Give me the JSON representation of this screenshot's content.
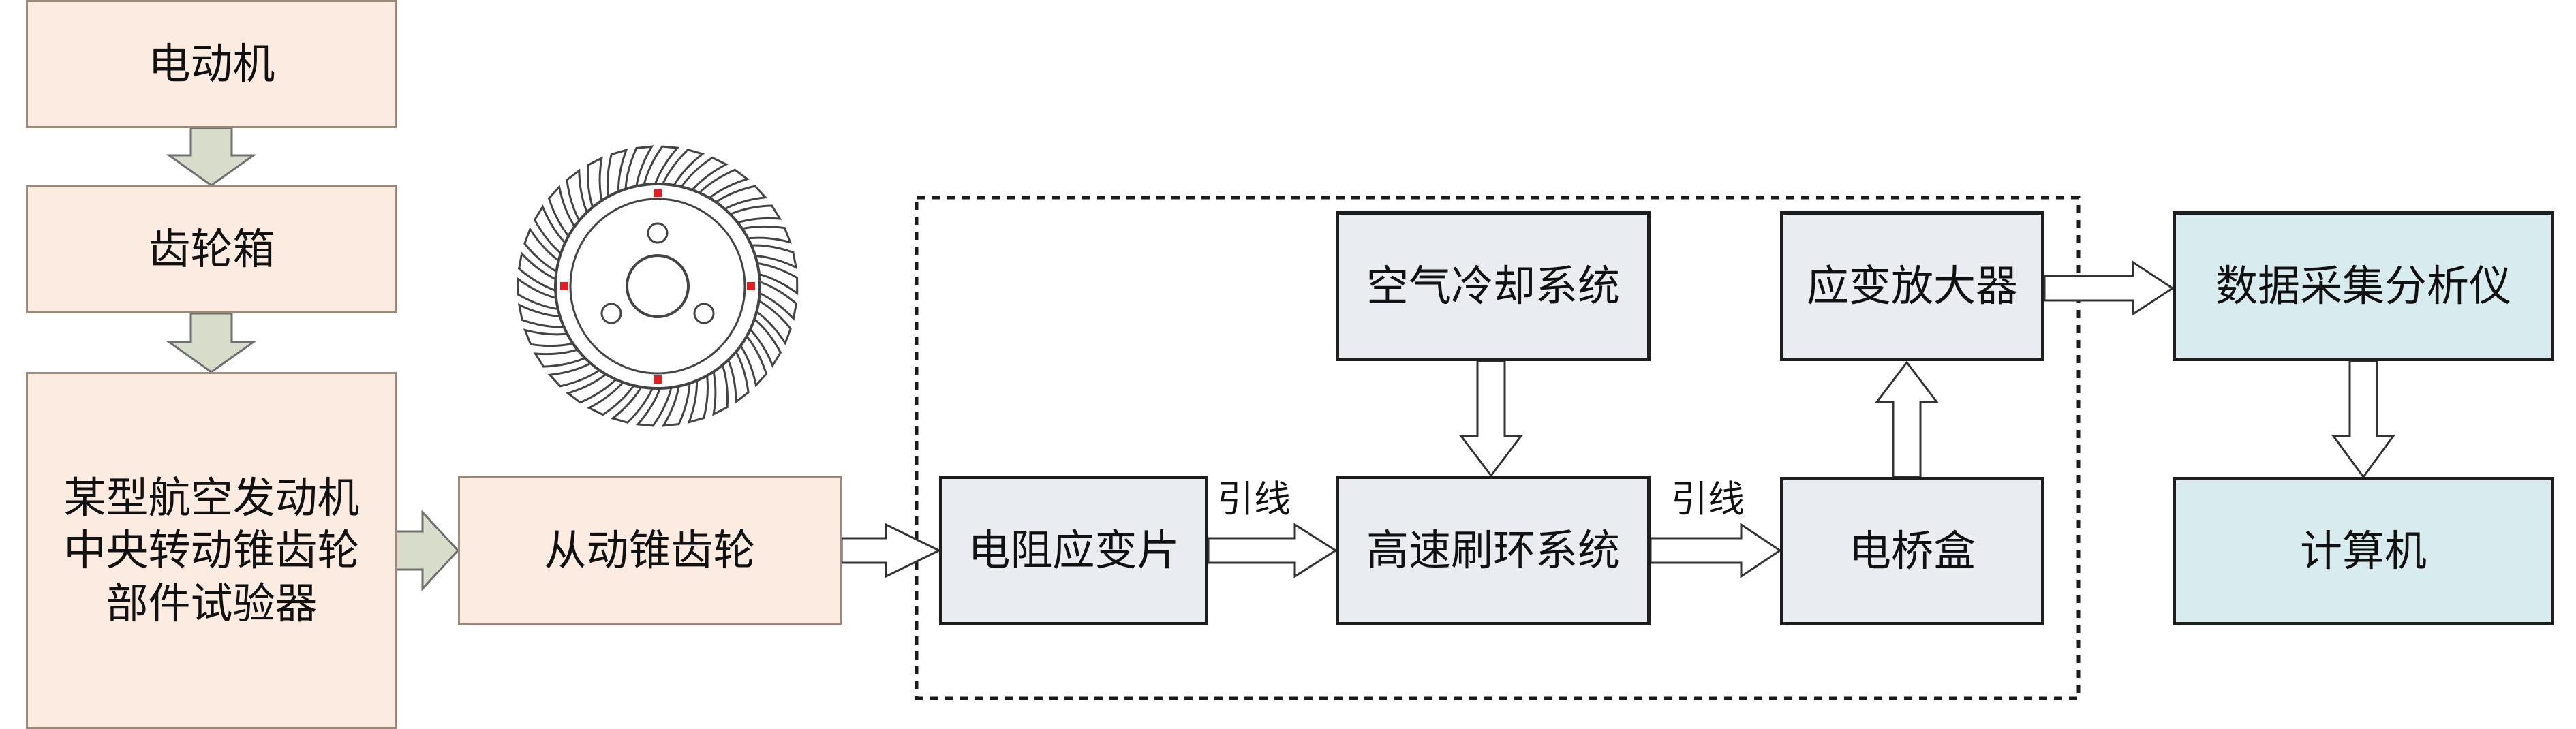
{
  "nodes": {
    "motor": "电动机",
    "gearbox": "齿轮箱",
    "tester": "某型航空发动机\n中央转动锥齿轮\n部件试验器",
    "driven_gear": "从动锥齿轮",
    "strain_gauge": "电阻应变片",
    "air_cooling": "空气冷却系统",
    "slip_ring": "高速刷环系统",
    "amplifier": "应变放大器",
    "bridge_box": "电桥盒",
    "daq": "数据采集分析仪",
    "computer": "计算机"
  },
  "edge_labels": {
    "lead_wire_1": "引线",
    "lead_wire_2": "引线"
  },
  "colors": {
    "peach_fill": "#fcebe0",
    "grey_fill": "#e9edf2",
    "teal_fill": "#d8ecef",
    "arrow_green": "#d8dccb",
    "gauge_red": "#e02020"
  },
  "icons": {
    "gear_image": "spiral-bevel-gear-icon"
  }
}
